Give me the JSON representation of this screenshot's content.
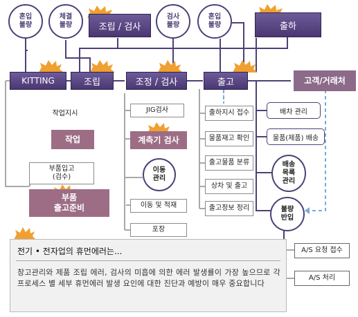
{
  "circles": {
    "import_defect_1": [
      "혼입",
      "불량"
    ],
    "fastening_defect": [
      "체결",
      "불량"
    ],
    "inspection_defect": [
      "검사",
      "불량"
    ],
    "import_defect_2": [
      "혼입",
      "불량"
    ],
    "transfer_mgmt": [
      "이동",
      "관리"
    ],
    "dispatch_list_mgmt": [
      "배송",
      "목록",
      "관리"
    ],
    "defect_return": [
      "불량",
      "반입"
    ]
  },
  "process": {
    "assembly_inspection_top": "조립 / 검사",
    "shipping_top": "출하",
    "kitting": "KITTING",
    "assembly": "조립",
    "adjust_inspection": "조정 / 검사",
    "release": "출고",
    "customer": "고객/거래처"
  },
  "left_column": {
    "work_order": "작업지시",
    "work": "작업",
    "parts_receiving": [
      "부품입고",
      "(검수)"
    ],
    "parts_release_prep": [
      "부품",
      "출고준비"
    ]
  },
  "middle_column": {
    "jig_inspection": "JIG검사",
    "instrument_inspection": "계측기 검사",
    "move_and_load": "이동 및 적재",
    "packing": "포장"
  },
  "release_steps": [
    "출하지시 접수",
    "물품재고 확인",
    "출고물품 분류",
    "상차 및 출고",
    "출고정보 정리"
  ],
  "right_column": {
    "dispatch_mgmt": "배차 관리",
    "goods_delivery": "물품(제품) 배송",
    "as_request": "A/S 요청 접수",
    "as_processing": "A/S 처리"
  },
  "note": {
    "title": "전기 • 전자업의 휴먼에러는...",
    "body": "창고관리와 제품 조립 에러, 검사의 미흡에 의한 에러 발생률이 가장 높으므로 각 프로세스 별 세부 휴먼에러 발생 요인에 대한 진단과 예방이 매우 중요합니다"
  },
  "colors": {
    "process_purple": "#4a3872",
    "muted_mauve": "#9d6d86",
    "customer_mauve": "#8c6a8a",
    "burst_orange": "#f0a030",
    "dashed_blue": "#7aa9d8",
    "line_purple": "#4e3f76",
    "line_grey": "#a8a8a8"
  }
}
